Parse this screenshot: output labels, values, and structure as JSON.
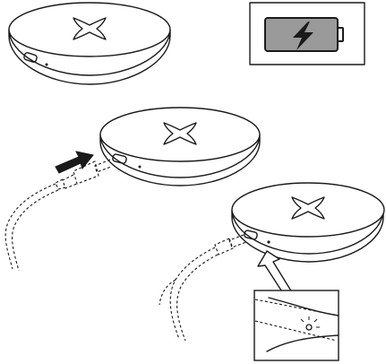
{
  "figure": {
    "steps": [
      {
        "step": "charger-pad",
        "icon": "wireless-charging-cross-icon"
      },
      {
        "step": "battery-charging-indicator",
        "icon": "lightning-bolt-icon"
      },
      {
        "step": "plug-in-usb-c-cable",
        "icon": "insert-arrow-icon"
      },
      {
        "step": "status-light-on",
        "icon": "led-indicator-icon"
      }
    ],
    "colors": {
      "line": "#1a1a1a",
      "battery_fill": "#9a9a9a",
      "arrow": "#1a1a1a"
    }
  }
}
